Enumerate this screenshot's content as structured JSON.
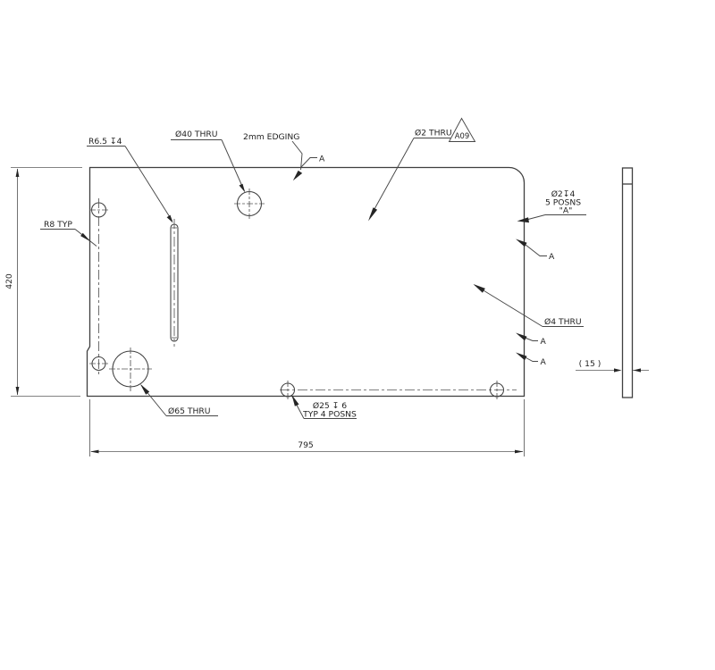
{
  "colors": {
    "line": "#3f3f3f",
    "background": "#ffffff"
  },
  "labels": {
    "slot_note": "R6.5 ↧4",
    "hole40_note": "Ø40 THRU",
    "edging_note": "2mm EDGING",
    "hole2_note": "Ø2 THRU",
    "rev_flag": "A09",
    "cb2_line1": "Ø2↧4",
    "cb2_line2": "5 POSNS",
    "cb2_line3": "\"A\"",
    "radius_note": "R8 TYP",
    "hole65_note": "Ø65 THRU",
    "cb25_line1": "Ø25 ↧ 6",
    "cb25_line2": "TYP 4 POSNS",
    "hole4_note": "Ø4 THRU",
    "datum_a": "A"
  },
  "dimensions": {
    "height": "420",
    "width": "795",
    "thickness": "( 15 )"
  }
}
